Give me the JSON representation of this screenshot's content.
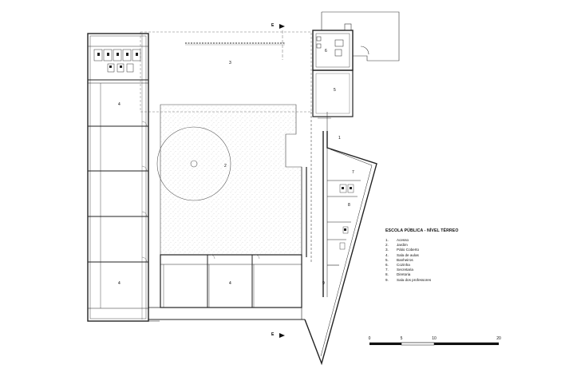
{
  "plan": {
    "section_marker": "E",
    "room_numbers": {
      "patio": "3",
      "garden": "2",
      "classroom_left_top": "4",
      "classroom_left_bottom": "4",
      "classroom_bottom": "4",
      "restroom": "5",
      "kitchen": "6",
      "secretary": "7",
      "direction": "8",
      "teachers": "9",
      "access": "1"
    }
  },
  "legend": {
    "title": "ESCOLA PÚBLICA - NÍVEL TÉRREO",
    "items": [
      {
        "num": "1.",
        "label": "Acesso"
      },
      {
        "num": "2.",
        "label": "Jardim"
      },
      {
        "num": "3.",
        "label": "Pátio Coberto"
      },
      {
        "num": "4.",
        "label": "Sala de aulas"
      },
      {
        "num": "5.",
        "label": "Banheiros"
      },
      {
        "num": "6.",
        "label": "Cozinha"
      },
      {
        "num": "7.",
        "label": "Secretaria"
      },
      {
        "num": "8.",
        "label": "Diretoria"
      },
      {
        "num": "9.",
        "label": "Sala dos professores"
      }
    ]
  },
  "scale": {
    "ticks": [
      "0",
      "5",
      "10",
      "20"
    ]
  }
}
